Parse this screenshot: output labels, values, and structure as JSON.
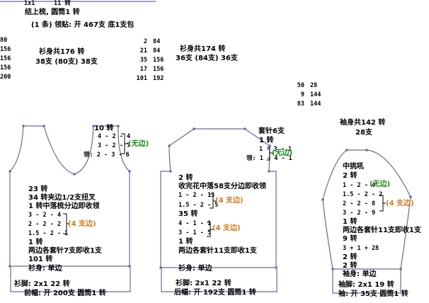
{
  "colors": {
    "outline": "#6a6a9a",
    "note_green": "#1a8a1a",
    "note_orange": "#d2781a"
  },
  "header": {
    "rib_top": "1x1",
    "rib_top_rows": "11 转",
    "line1": "结上梳, 圆筒1 转",
    "line2": "(1 条) 领贴: 开 467支 底1支包"
  },
  "left_numbers": [
    "80",
    "156",
    "156",
    "156",
    "200"
  ],
  "front_body_total": {
    "rows": "衫身共176 转",
    "stitches": "38支 (80支) 38支"
  },
  "mid_numbers": {
    "col_a": [
      "2",
      "21",
      "35",
      "17",
      "101"
    ],
    "col_b": [
      "84",
      "84",
      "156",
      "156",
      "192"
    ]
  },
  "back_body_total": {
    "rows": "衫身共174 转",
    "stitches": "36支 (84支) 36支"
  },
  "sleeve_numbers": {
    "col_a": [
      "50",
      "9",
      "83"
    ],
    "col_b": [
      "28",
      "144",
      "144"
    ]
  },
  "sleeve_total": {
    "rows": "袖身共142 转",
    "stitches": "28支"
  },
  "front": {
    "neck_rows": "10 转",
    "neck_decs": [
      "4 - 2 - 4",
      "3 - 2 - 7",
      "领: 2 - 3 - 6"
    ],
    "neck_note": "(无边)",
    "lines": [
      "23 转",
      "34 转夹边1/2支扭叉",
      "1 转中落梳分边即收领",
      "3 - 2 - 4",
      "2 - 2 - 2",
      "1.5 - 2 - 1",
      "1 转",
      "两边各套针7支即收1支",
      "101 转",
      "衫身: 单边"
    ],
    "armhole_note": "(4 支边)",
    "rib": "衫脚: 2x1    22 转",
    "cast": "前幅: 开 200支 圆筒1 转"
  },
  "back": {
    "shoulder_rows": "套针6支",
    "neck_rows": "1 转",
    "neck_decs": [
      "1 - 3 - 1",
      "领: 1 - 4 - 1"
    ],
    "neck_note": "(无边)",
    "lines": [
      "2 转",
      "收完花中落58支分边即收领",
      "1 - 2 - 13",
      "1.5 - 2 - 5",
      "35 转",
      "4 - 1 - 1",
      "3 - 1 - 5",
      "1 转",
      "两边各套针11支即收1支",
      "衫身: 单边"
    ],
    "armhole_note_1": "(4 支边)",
    "armhole_note_2": "(4 支边)",
    "rib": "衫脚: 2x1    22 转",
    "cast": "后幅: 开 192支 圆筒1 转"
  },
  "sleeve": {
    "cap_title": "中挑吼",
    "lines": [
      "2 转",
      "1 - 2 - 4",
      "1.5 - 2 - 2",
      "2 - 2 - 8",
      "3 - 2 - 9",
      "1 转",
      "两边各套针11支即收1支",
      "9 转",
      "3 + 1 + 28",
      "2 转",
      "2 转",
      "袖身: 单边"
    ],
    "cap_note": "(无边)",
    "side_note": "(4 支边)",
    "rib": "袖脚: 2x1    19 转",
    "cast": "袖: 开 35支 圆筒1 转"
  }
}
